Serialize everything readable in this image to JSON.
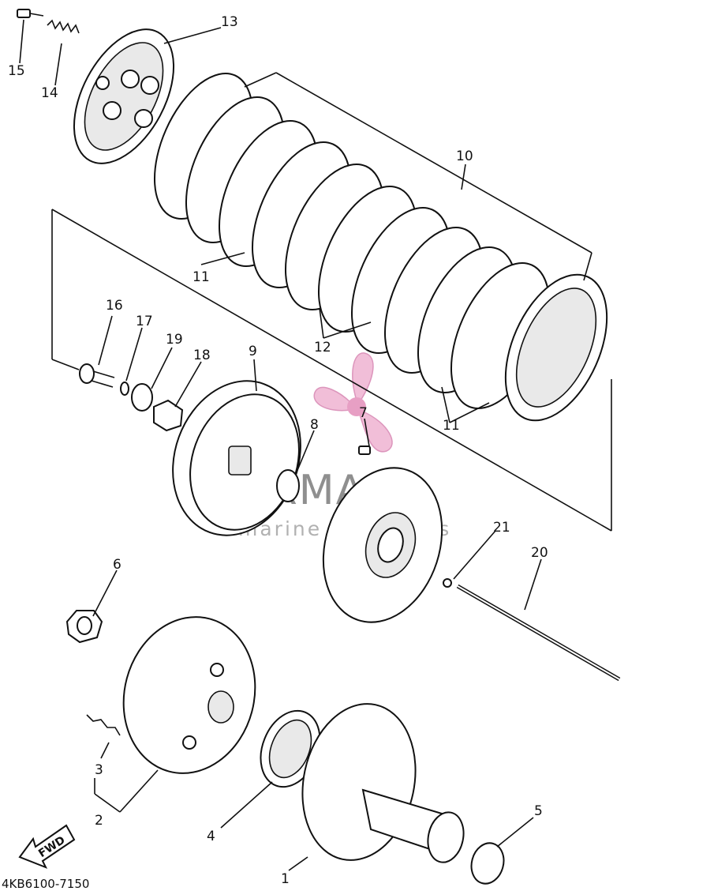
{
  "diagram_code": "4KB6100-7150",
  "fwd_label": "FWD",
  "watermark": {
    "title": "ARMADA",
    "subtitle": "marine outboards",
    "accent_color": "#e8a8c8"
  },
  "callouts": {
    "c1": "1",
    "c2": "2",
    "c3": "3",
    "c4": "4",
    "c5": "5",
    "c6": "6",
    "c7": "7",
    "c8": "8",
    "c9": "9",
    "c10": "10",
    "c11a": "11",
    "c11b": "11",
    "c12": "12",
    "c13": "13",
    "c14": "14",
    "c15": "15",
    "c16": "16",
    "c17": "17",
    "c18": "18",
    "c19": "19",
    "c20": "20",
    "c21": "21"
  }
}
